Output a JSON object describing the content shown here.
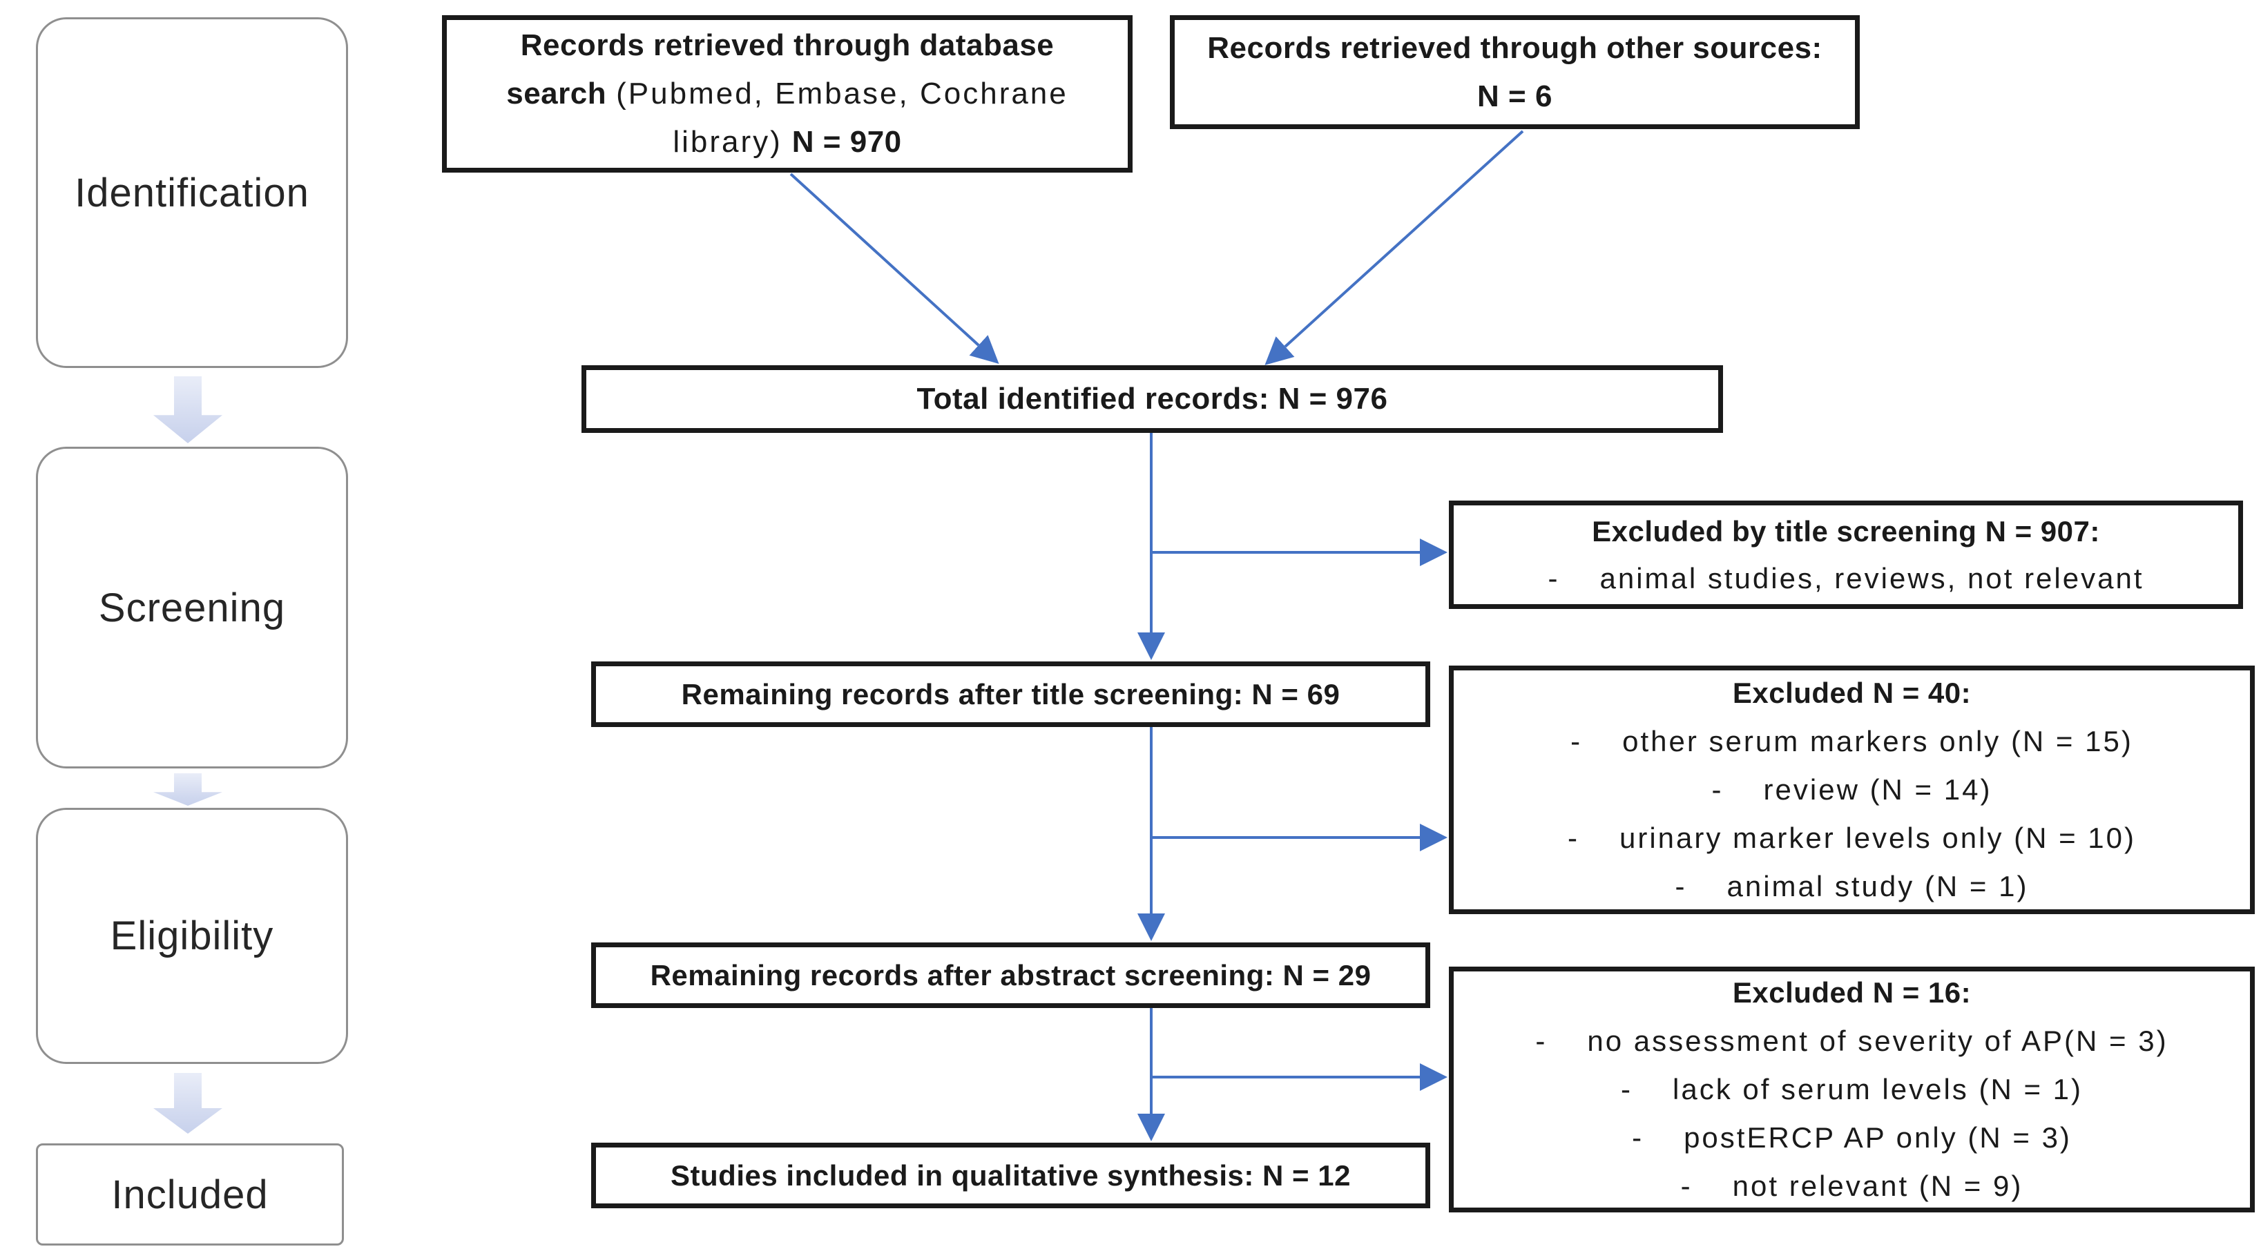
{
  "bullet": "-",
  "sidebar": {
    "stages": [
      {
        "label": "Identification"
      },
      {
        "label": "Screening"
      },
      {
        "label": "Eligibility"
      },
      {
        "label": "Included"
      }
    ]
  },
  "boxes": {
    "database_search": {
      "line1_bold": "Records retrieved through database",
      "line2_bold": "search",
      "line2_regular": "(Pubmed, Embase, Cochrane",
      "line3_regular": "library)",
      "line3_bold": "N = 970"
    },
    "other_sources": {
      "line1": "Records retrieved through other sources:",
      "line2": "N = 6"
    },
    "total_identified": {
      "label": "Total identified records: N = 976"
    },
    "excluded_title_screening": {
      "title": "Excluded by title screening N = 907:",
      "items": [
        "animal studies, reviews, not relevant"
      ]
    },
    "remaining_title_screening": {
      "label": "Remaining records after title screening: N = 69"
    },
    "excluded_abstract_screening": {
      "title": "Excluded N = 40:",
      "items": [
        "other serum markers only (N = 15)",
        "review (N = 14)",
        "urinary marker levels only (N = 10)",
        "animal study (N = 1)"
      ]
    },
    "remaining_abstract_screening": {
      "label": "Remaining records after abstract screening: N = 29"
    },
    "excluded_full_text": {
      "title": "Excluded N = 16:",
      "items": [
        "no assessment of severity of AP(N = 3)",
        "lack of serum levels (N = 1)",
        "postERCP AP only (N = 3)",
        "not relevant (N = 9)"
      ]
    },
    "included_synthesis": {
      "label": "Studies included in qualitative synthesis: N = 12"
    }
  },
  "colors": {
    "connector_blue": "#4472c4",
    "box_border_black": "#1a1a1a",
    "stage_border_gray": "#8f8f8f",
    "block_arrow_light": "#e9edf8",
    "block_arrow_dark": "#c7d1ec",
    "text": "#1a1a1a"
  }
}
